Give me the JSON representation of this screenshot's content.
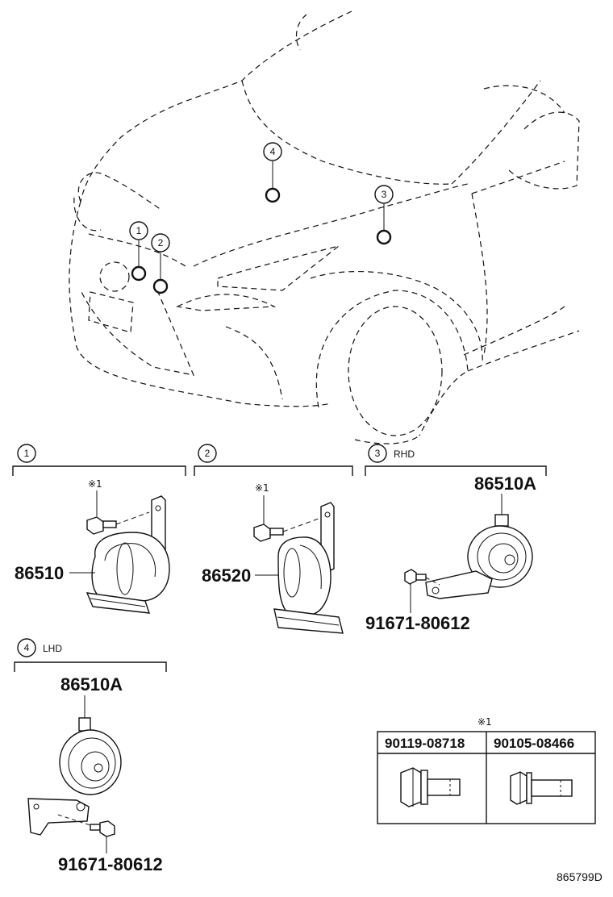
{
  "callouts": [
    "1",
    "2",
    "3",
    "4"
  ],
  "sections": {
    "s1": {
      "num": "1",
      "note": "※1",
      "part": "86510"
    },
    "s2": {
      "num": "2",
      "note": "※1",
      "part": "86520"
    },
    "s3": {
      "num": "3",
      "tag": "RHD",
      "part_top": "86510A",
      "part_bolt": "91671-80612"
    },
    "s4": {
      "num": "4",
      "tag": "LHD",
      "part_top": "86510A",
      "part_bolt": "91671-80612"
    }
  },
  "note_table": {
    "mark": "※1",
    "columns": [
      "90119-08718",
      "90105-08466"
    ]
  },
  "diagram_id": "865799D"
}
